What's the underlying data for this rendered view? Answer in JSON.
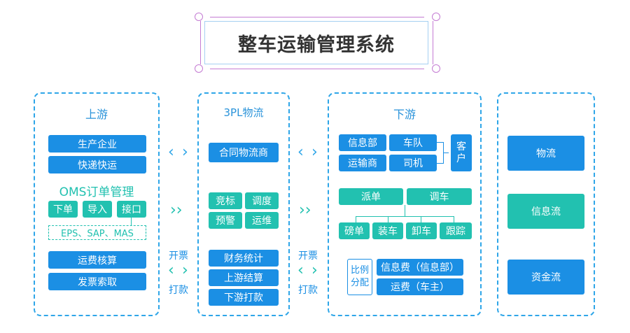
{
  "title": "整车运输管理系统",
  "colors": {
    "blue": "#1b8fe4",
    "teal": "#22c1b0",
    "border": "#2fa6e8"
  },
  "upstream": {
    "title": "上游",
    "row1": "生产企业",
    "row2": "快递快运",
    "oms": "OMS订单管理",
    "btn_order": "下单",
    "btn_import": "导入",
    "btn_api": "接口",
    "systems": "EPS、SAP、MAS",
    "row3": "运费核算",
    "row4": "发票索取"
  },
  "arrows": {
    "left_invoice": "开票",
    "left_pay": "打款",
    "right_invoice": "开票",
    "right_pay": "打款"
  },
  "threepl": {
    "title": "3PL物流",
    "contract": "合同物流商",
    "bid": "竞标",
    "schedule": "调度",
    "alert": "预警",
    "ops": "运维",
    "finance": "财务统计",
    "up_settle": "上游结算",
    "down_pay": "下游打款"
  },
  "downstream": {
    "title": "下游",
    "info_dept": "信息部",
    "fleet": "车队",
    "carrier": "运输商",
    "driver": "司机",
    "customer": "客户",
    "dispatch": "派单",
    "transfer": "调车",
    "weigh": "磅单",
    "load": "装车",
    "unload": "卸车",
    "track": "跟踪",
    "ratio": "比例分配",
    "info_fee": "信息费（信息部）",
    "freight_fee": "运费（车主）"
  },
  "flows": {
    "logistics": "物流",
    "information": "信息流",
    "capital": "资金流"
  }
}
